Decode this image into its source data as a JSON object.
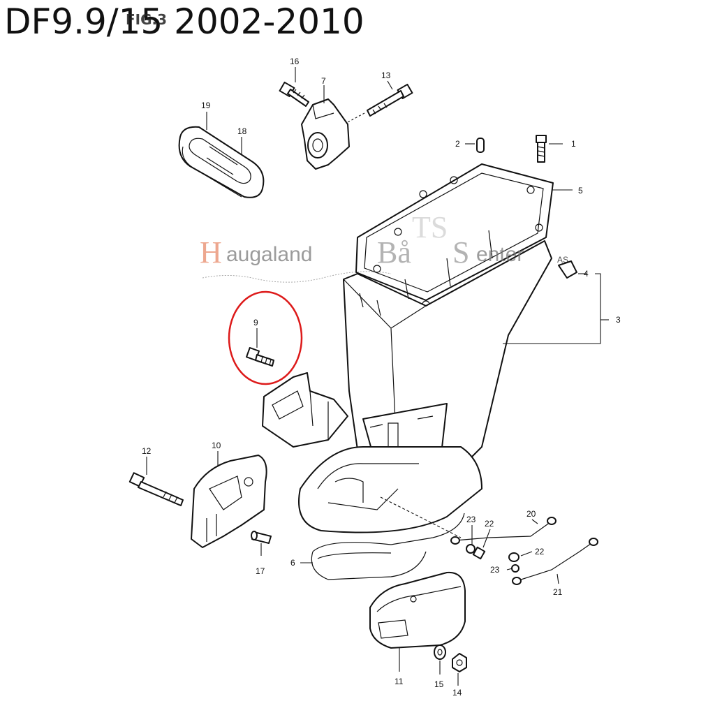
{
  "title": "DF9.9/15 2002-2010",
  "fig_label": "FIG.3",
  "watermark": {
    "initial": "H",
    "text1": "augaland",
    "text2": "Bå",
    "text3": "S",
    "text4": "enter",
    "suffix": "AS",
    "mono": "TS"
  },
  "callouts": {
    "c1": "1",
    "c2": "2",
    "c3": "3",
    "c4": "4",
    "c5": "5",
    "c6": "6",
    "c7": "7",
    "c9": "9",
    "c10": "10",
    "c11": "11",
    "c12": "12",
    "c13": "13",
    "c14": "14",
    "c15": "15",
    "c16": "16",
    "c17": "17",
    "c18": "18",
    "c19": "19",
    "c20": "20",
    "c21": "21",
    "c22a": "22",
    "c22b": "22",
    "c23a": "23",
    "c23b": "23"
  },
  "colors": {
    "highlight": "#dd1a1a",
    "watermark_red": "#e88a6a",
    "watermark_gray": "#7a7a7a"
  }
}
